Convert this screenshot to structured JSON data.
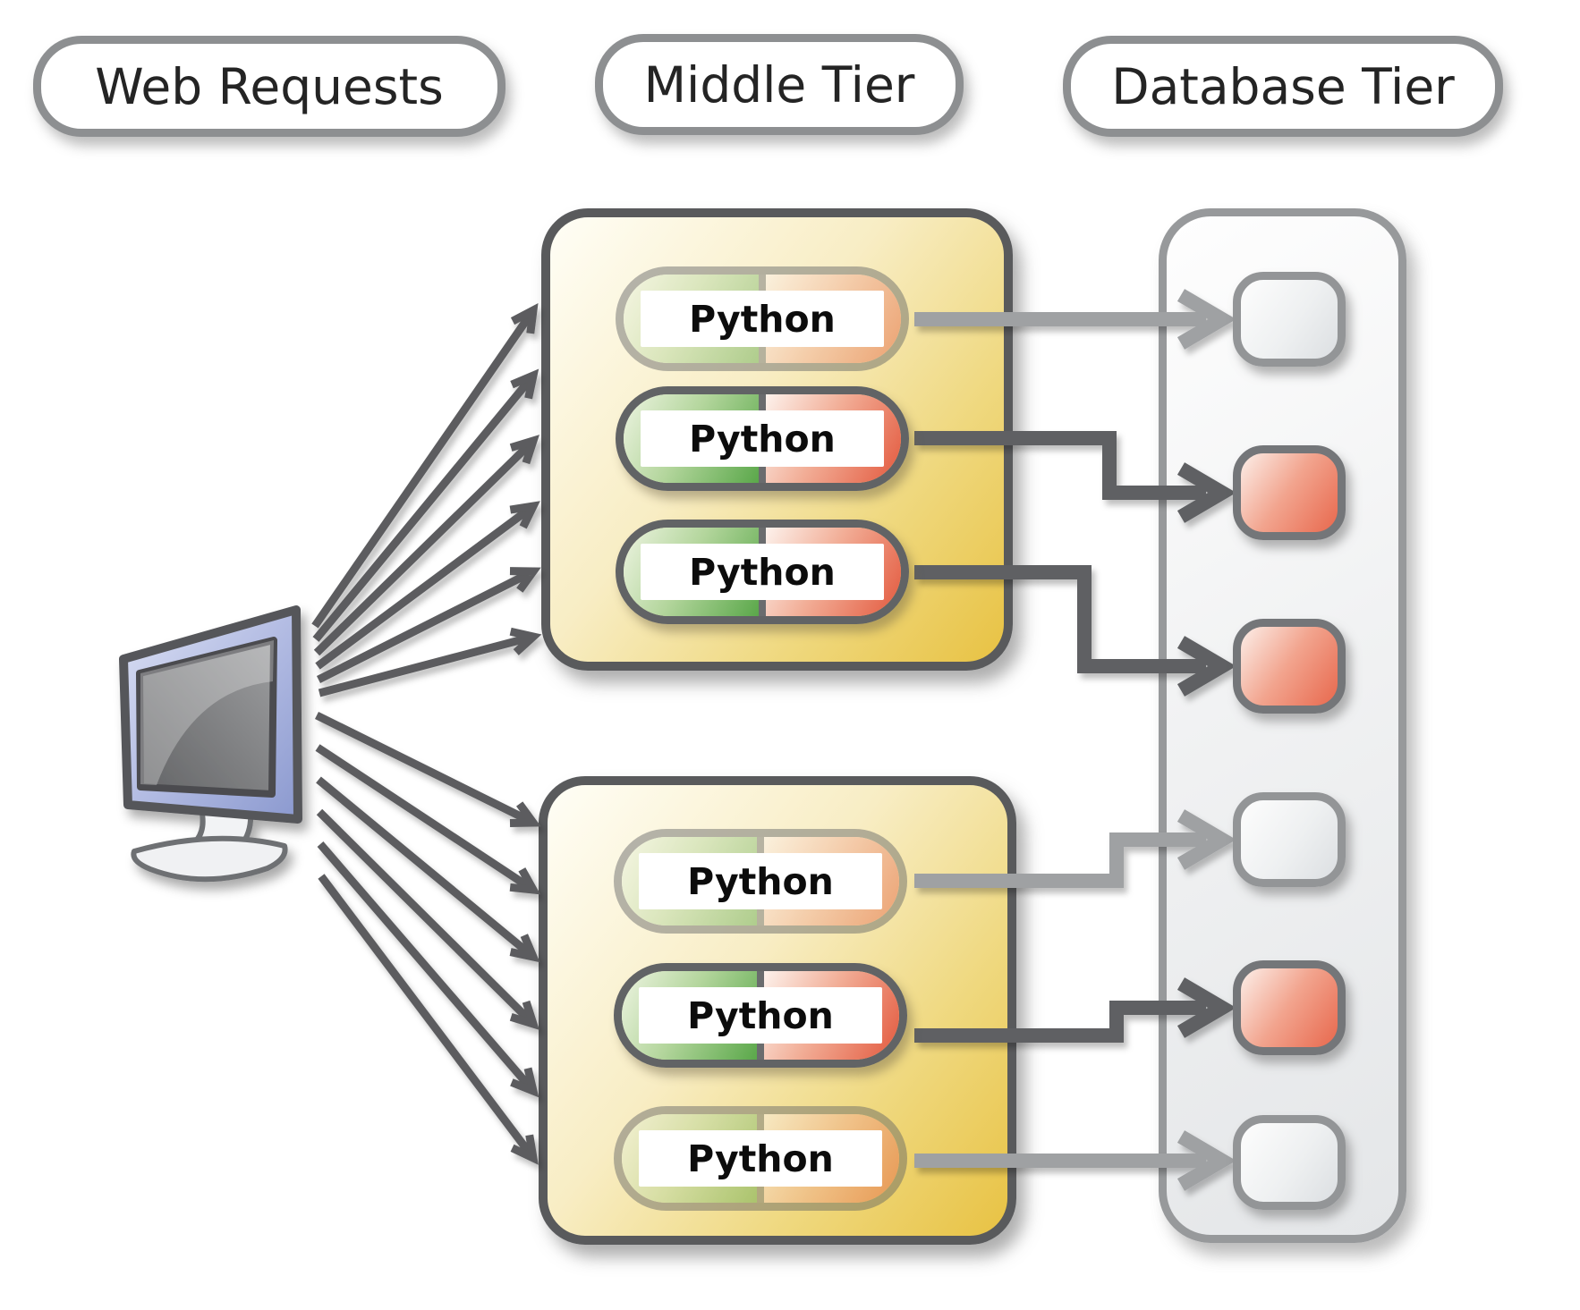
{
  "title": "Web Requests / Middle Tier / Database Tier architecture diagram",
  "colors": {
    "ink": "#242424",
    "gold": "#e8c243",
    "green": "#57a647",
    "red": "#e3583d",
    "node-red": "#e8684d",
    "border-dark": "#595a5c",
    "border-gray": "#97999b",
    "arrow-dark": "#5f6163",
    "arrow-light": "#9fa1a3",
    "arrow-fan": "#5b5c5e"
  },
  "headers": {
    "web_requests": "Web Requests",
    "middle_tier": "Middle Tier",
    "database_tier": "Database Tier"
  },
  "web_tier": {
    "icon": "monitor-icon",
    "request_arrow_count": 12,
    "arrows_to_server_1": 6,
    "arrows_to_server_2": 6
  },
  "middle_tier": {
    "boxes": [
      {
        "name": "server-1",
        "processes": [
          {
            "label": "Python",
            "state": "dimmed"
          },
          {
            "label": "Python",
            "state": "solid"
          },
          {
            "label": "Python",
            "state": "solid"
          }
        ]
      },
      {
        "name": "server-2",
        "processes": [
          {
            "label": "Python",
            "state": "dimmed"
          },
          {
            "label": "Python",
            "state": "solid"
          },
          {
            "label": "Python",
            "state": "dimmed"
          }
        ]
      }
    ]
  },
  "database_tier": {
    "nodes": [
      {
        "name": "db-node-1",
        "color": "gray"
      },
      {
        "name": "db-node-2",
        "color": "red"
      },
      {
        "name": "db-node-3",
        "color": "red"
      },
      {
        "name": "db-node-4",
        "color": "gray"
      },
      {
        "name": "db-node-5",
        "color": "red"
      },
      {
        "name": "db-node-6",
        "color": "gray"
      }
    ]
  },
  "connections": [
    {
      "from": "server-1-python-1",
      "to": "db-node-1",
      "shade": "light"
    },
    {
      "from": "server-1-python-2",
      "to": "db-node-2",
      "shade": "dark"
    },
    {
      "from": "server-1-python-3",
      "to": "db-node-3",
      "shade": "dark"
    },
    {
      "from": "server-2-python-1",
      "to": "db-node-4",
      "shade": "light"
    },
    {
      "from": "server-2-python-2",
      "to": "db-node-5",
      "shade": "dark"
    },
    {
      "from": "server-2-python-3",
      "to": "db-node-6",
      "shade": "light"
    }
  ]
}
